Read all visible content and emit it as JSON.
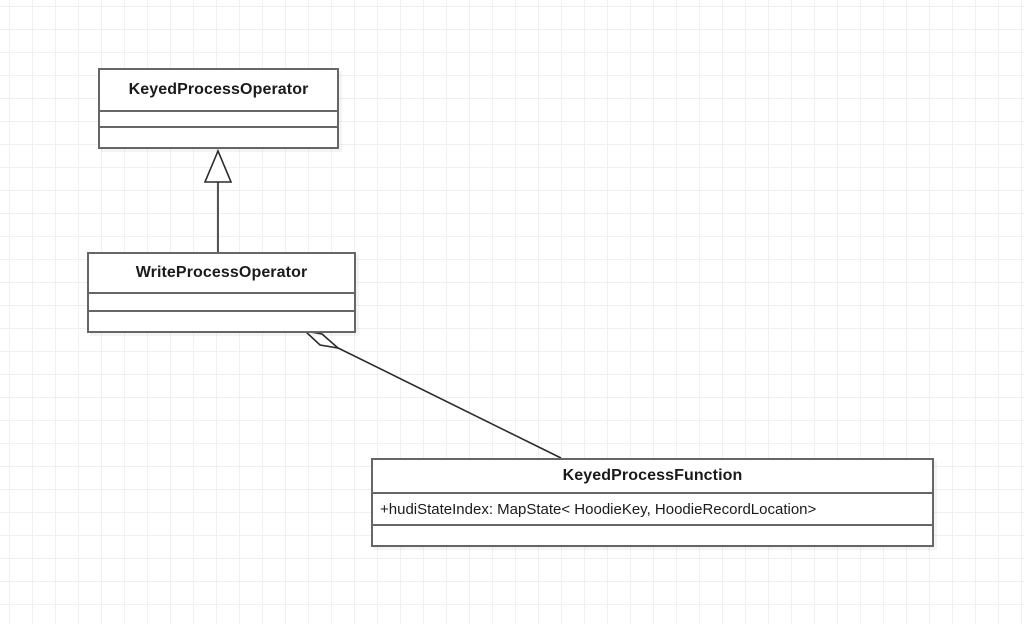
{
  "diagram": {
    "type": "uml-class-diagram",
    "background": "#ffffff",
    "grid_color": "#f0f0f0",
    "border_color": "#666666",
    "text_color": "#1a1a1a",
    "edge_color": "#2b2b2b",
    "classes": [
      {
        "id": "keyed-process-operator",
        "name": "KeyedProcessOperator",
        "attributes": [],
        "methods": []
      },
      {
        "id": "write-process-operator",
        "name": "WriteProcessOperator",
        "attributes": [],
        "methods": []
      },
      {
        "id": "keyed-process-function",
        "name": "KeyedProcessFunction",
        "attributes": [
          "+hudiStateIndex: MapState< HoodieKey, HoodieRecordLocation>"
        ],
        "methods": []
      }
    ],
    "relationships": [
      {
        "id": "generalization",
        "kind": "generalization",
        "head": "hollow-triangle",
        "from": "WriteProcessOperator",
        "to": "KeyedProcessOperator"
      },
      {
        "id": "aggregation",
        "kind": "aggregation",
        "head": "hollow-diamond",
        "from": "WriteProcessOperator",
        "to": "KeyedProcessFunction"
      }
    ]
  }
}
